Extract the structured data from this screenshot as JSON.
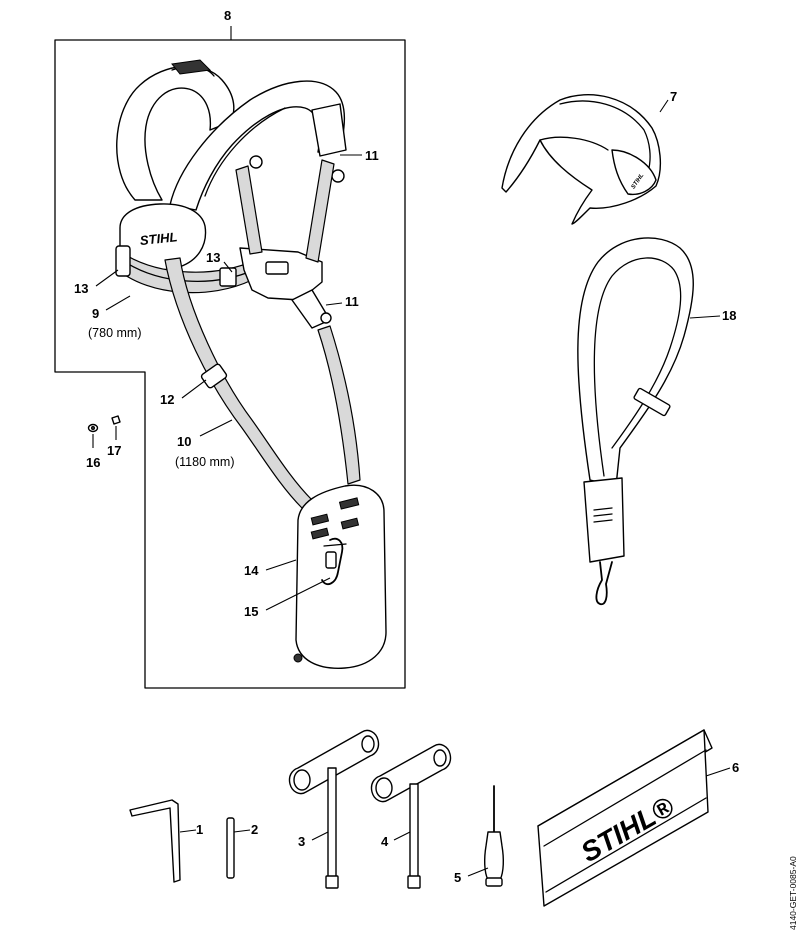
{
  "labels": {
    "p1": "1",
    "p2": "2",
    "p3": "3",
    "p4": "4",
    "p5": "5",
    "p6": "6",
    "p7": "7",
    "p8": "8",
    "p9": "9",
    "p10": "10",
    "p11a": "11",
    "p11b": "11",
    "p12": "12",
    "p13a": "13",
    "p13b": "13",
    "p14": "14",
    "p15": "15",
    "p16": "16",
    "p17": "17",
    "p18": "18"
  },
  "sizes": {
    "p9": "(780 mm)",
    "p10": "(1180 mm)"
  },
  "logos": {
    "harness": "STIHL",
    "case": "STIHL®",
    "glasses": "STIHL"
  },
  "drawing_code": "4140-GET-0085-A0"
}
